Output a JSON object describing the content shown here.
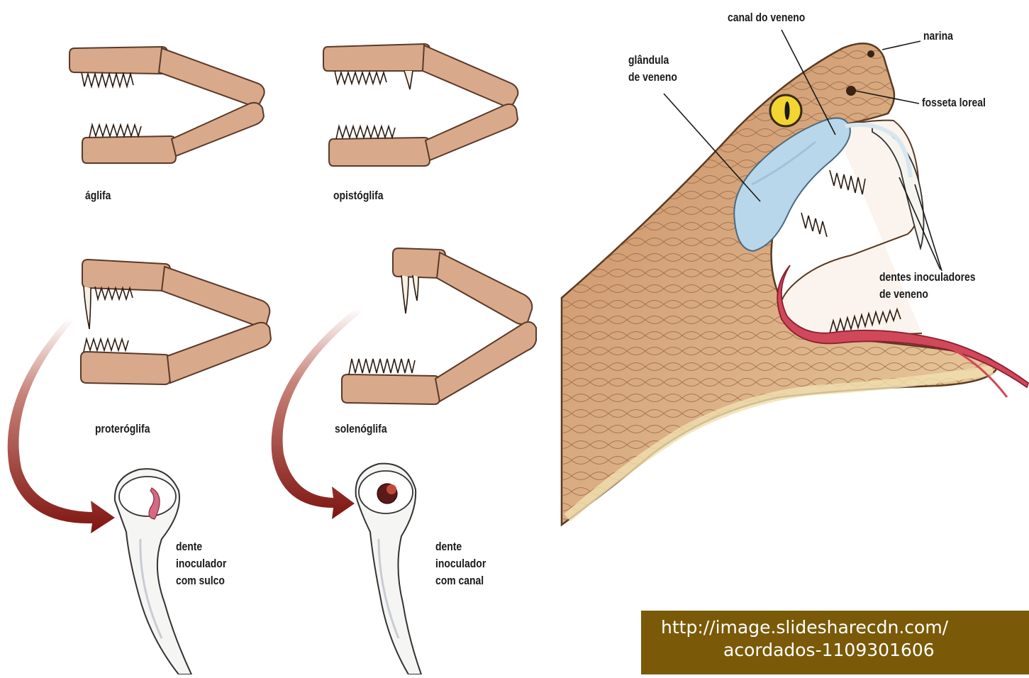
{
  "jaw_types": [
    {
      "label": "áglifa"
    },
    {
      "label": "opistóglifa"
    },
    {
      "label": "proteróglifa"
    },
    {
      "label": "solenóglifa"
    }
  ],
  "fangs": [
    {
      "label": [
        "dente",
        "inoculador",
        "com sulco"
      ]
    },
    {
      "label": [
        "dente",
        "inoculador",
        "com canal"
      ]
    }
  ],
  "head_labels": {
    "canal": "canal do veneno",
    "narina": "narina",
    "glandula": [
      "glândula",
      "de veneno"
    ],
    "fosseta": "fosseta loreal",
    "dentes": [
      "dentes inoculadores",
      "de veneno"
    ]
  },
  "source": {
    "line1": "http://image.slidesharecdn.com/",
    "line2": "acordados-1109301606"
  },
  "colors": {
    "jaw": "#d9a98b",
    "jaw_outline": "#5a3a2a",
    "arrow": "#8a1a14",
    "snake_skin": "#d8a878",
    "gland": "#b9d7ea",
    "tongue": "#d0485a",
    "source_bg": "#7a5a08"
  }
}
